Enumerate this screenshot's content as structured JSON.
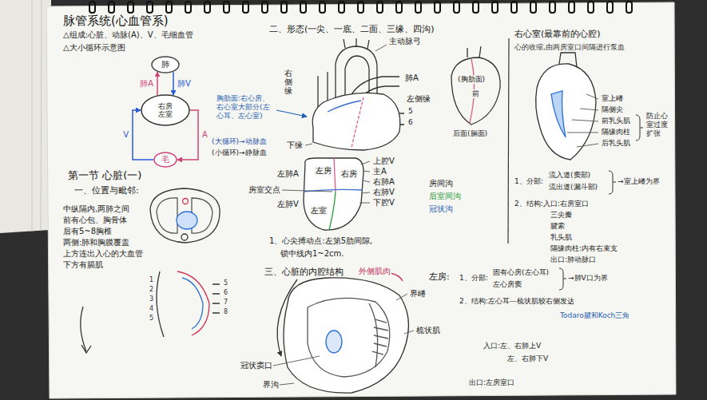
{
  "diagram": {
    "title": "脉管系统(心血管系)",
    "nodes": [
      {
        "text": [
          "肺"
        ]
      },
      {
        "text": [
          "右房",
          "左室"
        ]
      },
      {
        "text": [
          "毛"
        ]
      }
    ],
    "edges": [
      {
        "from": 1,
        "to": 0,
        "arrow": "to",
        "label": "肺A"
      },
      {
        "from": 0,
        "to": 1,
        "arrow": "to",
        "label": "肺V"
      },
      {
        "from": 1,
        "to": 2,
        "arrow": "to",
        "label": "A"
      },
      {
        "from": 2,
        "to": 1,
        "arrow": "to",
        "label": "V"
      }
    ],
    "labels": [
      "△组成:心脏、动脉(A)、V、毛细血管",
      "△大小循环示意图",
      "(大循环)→动脉血",
      "(小循环)→静脉血",
      "第一节 心脏(一)",
      "一、位置与毗邻:",
      "中纵隔内,两肺之间",
      "前有心包、胸骨体",
      "后有5~8胸椎",
      "两侧:肺和胸膜覆盖",
      "上方连出入心的大血管",
      "下方有膈肌",
      "1",
      "2",
      "3",
      "4",
      "5",
      "5",
      "6",
      "7",
      "8",
      "二、形态(一尖、一底、二面、三缘、四沟)",
      "右侧缘",
      "肺A",
      "主动脉弓",
      "左侧缘",
      "5",
      "6",
      "下缘",
      "上腔V",
      "主A",
      "右肺A",
      "右肺V",
      "左肺A",
      "左肺V",
      "左房",
      "右房",
      "左室",
      "下腔V",
      "房室交点",
      "房间沟",
      "后室间沟",
      "冠状沟",
      "(胸肋面)",
      "前",
      "后面(膈面)",
      "胸肋面:右心房、右心室大部分(左心耳、左心室)",
      "1、心尖搏动点:左第5肋间隙,",
      "锁中线内1~2cm.",
      "三、心脏的内腔结构",
      "外侧肌肉",
      "界嵴",
      "梳状肌",
      "冠状窦口",
      "界沟",
      "右心室(最靠前的心腔)",
      "心的收缩,由两房室口间隔进行泵血",
      "室上嵴",
      "隔侧尖",
      "前乳头肌",
      "隔缘肉柱",
      "后乳头肌",
      "防止心室过度扩张",
      "1、分部:",
      "流入道(窦部)",
      "流出道(漏斗部)",
      "→室上嵴为界",
      "2、结构:入口:右房室口",
      "三尖瓣",
      "腱索",
      "乳头肌",
      "隔缘肉柱:内有右束支",
      "出口:肺动脉口",
      "左房:",
      "1、分部:",
      "固有心房(左心耳)",
      "左心房窦",
      "→肺V口为界",
      "2、结构:左心耳—梳状肌较右侧发达",
      "Todaro腱和Koch三角",
      "入口:左、右肺上V",
      "左、右肺下V",
      "出口:左房室口"
    ]
  }
}
